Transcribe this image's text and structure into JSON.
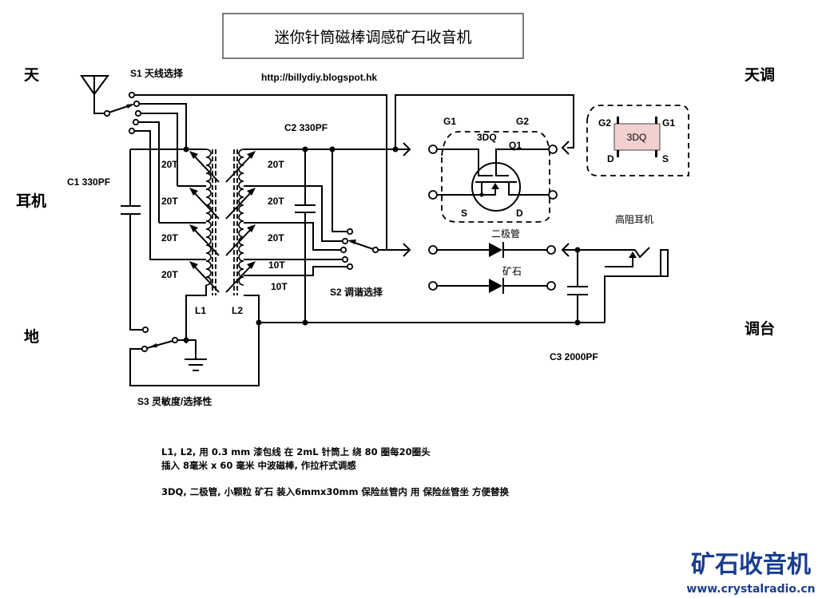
{
  "title": "迷你针筒磁棒调感矿石收音机",
  "url": "http://billydiy.blogspot.hk",
  "side_labels": {
    "left": [
      "天",
      "耳机",
      "地"
    ],
    "right": [
      "天调",
      "调台"
    ]
  },
  "switches": {
    "s1": "S1 天线选择",
    "s2": "S2 调谐选择",
    "s3": "S3 灵敏度/选择性"
  },
  "capacitors": {
    "c1": "C1 330PF",
    "c2": "C2 330PF",
    "c3": "C3 2000PF"
  },
  "coils": {
    "l1": {
      "name": "L1",
      "taps": [
        "20T",
        "20T",
        "20T",
        "20T"
      ]
    },
    "l2": {
      "name": "L2",
      "taps": [
        "20T",
        "20T",
        "20T",
        "10T",
        "10T"
      ]
    }
  },
  "transistor": {
    "name": "3DQ",
    "ref": "Q1",
    "pins": {
      "g1": "G1",
      "g2": "G2",
      "s": "S",
      "d": "D"
    }
  },
  "package": {
    "name": "3DQ",
    "pins": {
      "g1": "G1",
      "g2": "G2",
      "s": "S",
      "d": "D"
    },
    "fill_color": "#f2d0d0"
  },
  "diodes": [
    "二极管",
    "矿石"
  ],
  "earphone": "高阻耳机",
  "notes": [
    "L1, L2, 用 0.3 mm 漆包线 在 2mL 针筒上 绕 80 圈每20圈头",
    "插入 8毫米 x 60 毫米 中波磁棒, 作拉杆式调感",
    "3DQ, 二极管, 小颗粒 矿石 装入6mmx30mm 保险丝管内 用 保险丝管坐 方便替换"
  ],
  "logo": {
    "title": "矿石收音机",
    "url": "www.crystalradio.cn",
    "color": "#1a3d8f"
  }
}
